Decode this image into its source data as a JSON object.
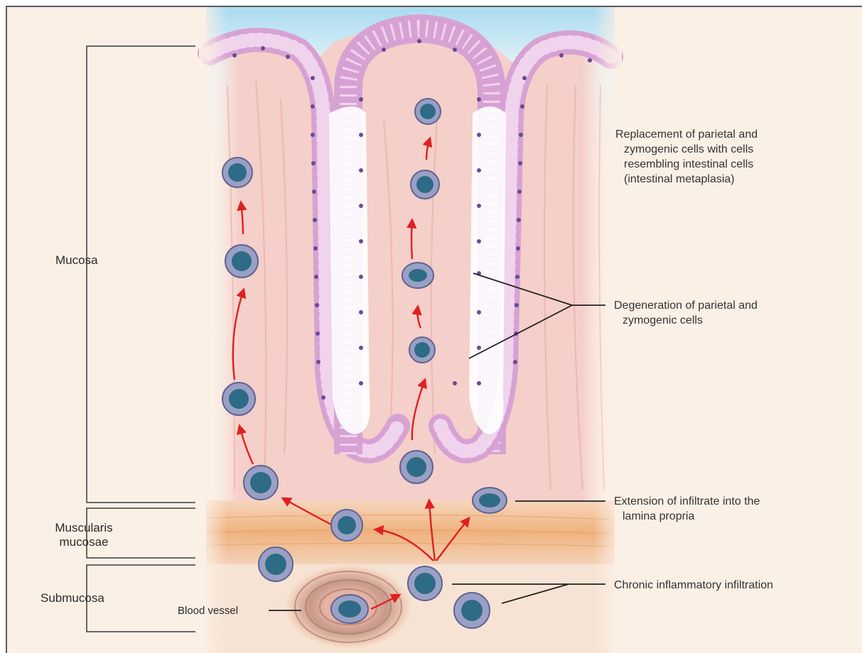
{
  "layers": {
    "mucosa": "Mucosa",
    "muscularis_line1": "Muscularis",
    "muscularis_line2": "mucosae",
    "submucosa": "Submucosa"
  },
  "blood_vessel": "Blood vessel",
  "annotations": {
    "metaplasia": [
      "Replacement of parietal and",
      "zymogenic cells with cells",
      "resembling intestinal cells",
      "(intestinal metaplasia)"
    ],
    "degeneration": [
      "Degeneration of parietal and",
      "zymogenic cells"
    ],
    "extension": [
      "Extension of infiltrate into the",
      "lamina propria"
    ],
    "chronic": "Chronic inflammatory infiltration"
  },
  "colors": {
    "background": "#fbf0e6",
    "lumen": "#bfe3f2",
    "tissue": "#f3c9c4",
    "epithelium": "#d9a9d6",
    "nucleus": "#6b4a93",
    "muscularis": "#f2b98c",
    "arrow": "#e02020",
    "cell_outer": "#8a8fb5",
    "cell_nucleus": "#2e6b86"
  }
}
